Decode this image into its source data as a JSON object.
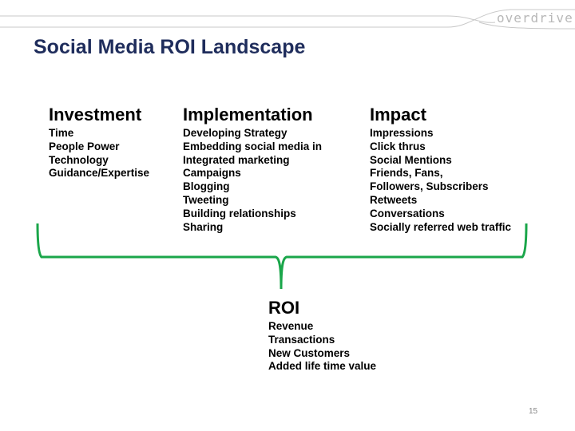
{
  "logo": "overdrive",
  "title": "Social Media ROI Landscape",
  "columns": [
    {
      "heading": "Investment",
      "items": [
        "Time",
        "People Power",
        "Technology",
        "Guidance/Expertise"
      ]
    },
    {
      "heading": "Implementation",
      "items": [
        "Developing Strategy",
        "Embedding social media in",
        "Integrated marketing",
        "Campaigns",
        "Blogging",
        "Tweeting",
        "Building relationships",
        "Sharing"
      ]
    },
    {
      "heading": "Impact",
      "items": [
        "Impressions",
        "Click thrus",
        "Social Mentions",
        "Friends, Fans,",
        "Followers, Subscribers",
        "Retweets",
        "Conversations",
        "Socially referred web traffic"
      ]
    }
  ],
  "roi": {
    "heading": "ROI",
    "items": [
      "Revenue",
      "Transactions",
      "New Customers",
      "Added life time value"
    ]
  },
  "page_number": "15",
  "colors": {
    "title": "#1f2d5c",
    "brace": "#1aa64a",
    "logo": "#b8b8b8"
  }
}
